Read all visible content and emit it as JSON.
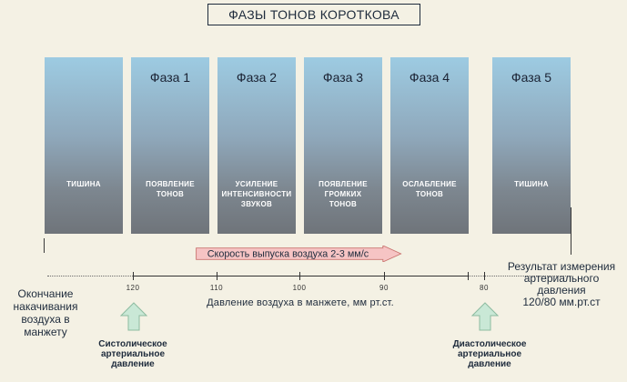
{
  "title": "ФАЗЫ ТОНОВ КОРОТКОВА",
  "phases": [
    {
      "phase_label": "",
      "description": "ТИШИНА"
    },
    {
      "phase_label": "Фаза 1",
      "description": "ПОЯВЛЕНИЕ\nТОНОВ"
    },
    {
      "phase_label": "Фаза 2",
      "description": "УСИЛЕНИЕ\nИНТЕНСИВНОСТИ\nЗВУКОВ"
    },
    {
      "phase_label": "Фаза 3",
      "description": "ПОЯВЛЕНИЕ\nГРОМКИХ\nТОНОВ"
    },
    {
      "phase_label": "Фаза 4",
      "description": "ОСЛАБЛЕНИЕ\nТОНОВ"
    },
    {
      "phase_label": "Фаза 5",
      "description": "ТИШИНА"
    }
  ],
  "speed_label": "Скорость выпуска воздуха 2-3 мм/с",
  "axis": {
    "ticks": [
      "120",
      "110",
      "100",
      "90",
      "80"
    ],
    "label": "Давление воздуха в манжете, мм рт.ст."
  },
  "left_label": "Окончание\nнакачивания\nвоздуха в манжету",
  "right_label": "Результат измерения\nартериального\nдавления\n120/80 мм.рт.ст",
  "systolic_label": "Систолическое\nартериальное\nдавление",
  "diastolic_label": "Диастолическое\nартериальное\nдавление",
  "colors": {
    "background": "#f4f1e4",
    "column_top": "#9dcbe2",
    "column_bottom": "#6f747a",
    "speed_arrow_fill": "#f6c4c4",
    "speed_arrow_stroke": "#c9736f",
    "up_arrow_fill": "#c9e8d6",
    "up_arrow_stroke": "#8dbba0",
    "text": "#1e2b3c"
  }
}
